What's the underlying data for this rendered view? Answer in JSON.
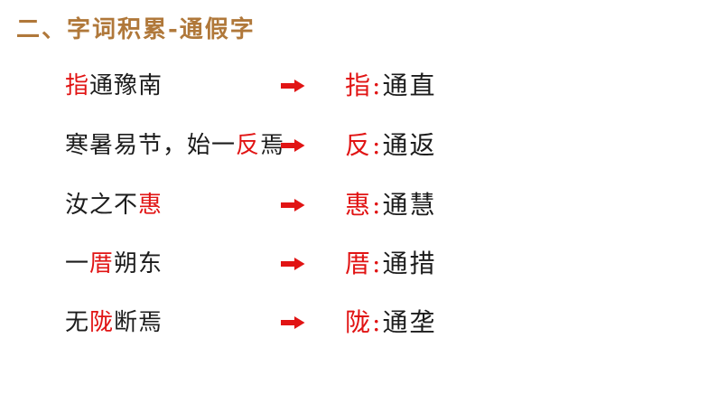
{
  "page": {
    "title": "二、字词积累-通假字",
    "background_color": "#ffffff",
    "title_color": "#B0783A"
  },
  "colors": {
    "highlight_red": "#E11414",
    "body_text": "#1c1c1c",
    "arrow": "#E11414"
  },
  "icons": {
    "arrow": "right-block-arrow"
  },
  "rows": [
    {
      "left_pre": "",
      "left_highlight": "指",
      "left_post": "通豫南",
      "right_highlight": "指:",
      "right_text": "通直"
    },
    {
      "left_pre": "寒暑易节，始一",
      "left_highlight": "反",
      "left_post": "焉",
      "right_highlight": "反:",
      "right_text": "通返"
    },
    {
      "left_pre": "汝之不",
      "left_highlight": "惠",
      "left_post": "",
      "right_highlight": "惠:",
      "right_text": "通慧"
    },
    {
      "left_pre": "一",
      "left_highlight": "厝",
      "left_post": "朔东",
      "right_highlight": "厝:",
      "right_text": "通措"
    },
    {
      "left_pre": "无",
      "left_highlight": "陇",
      "left_post": "断焉",
      "right_highlight": "陇:",
      "right_text": "通垄"
    }
  ]
}
